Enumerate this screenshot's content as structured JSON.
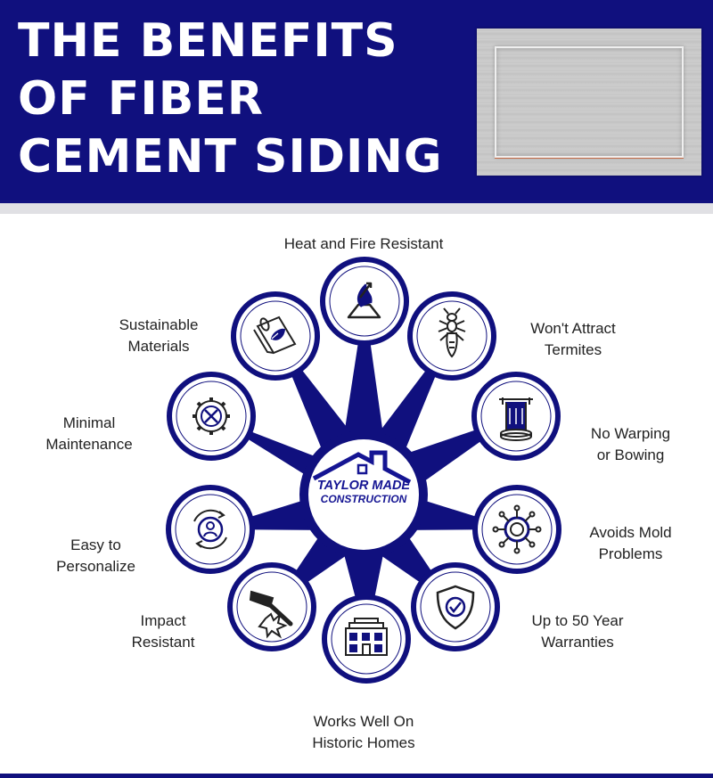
{
  "header": {
    "title_lines": [
      "THE BENEFITS",
      "OF FIBER",
      "CEMENT SIDING"
    ],
    "colors": {
      "primary": "#10107e",
      "accent_line": "#c76b45"
    }
  },
  "center_logo": {
    "line1": "TAYLOR MADE",
    "line2": "CONSTRUCTION",
    "icon": "house-roof-logo"
  },
  "benefits": [
    {
      "icon": "fire-icon",
      "lines": [
        "Heat and Fire Resistant"
      ]
    },
    {
      "icon": "termite-icon",
      "lines": [
        "Won't Attract",
        "Termites"
      ]
    },
    {
      "icon": "column-level-icon",
      "lines": [
        "No Warping",
        "or Bowing"
      ]
    },
    {
      "icon": "mold-spore-icon",
      "lines": [
        "Avoids Mold",
        "Problems"
      ]
    },
    {
      "icon": "shield-check-icon",
      "lines": [
        "Up to 50 Year",
        "Warranties"
      ]
    },
    {
      "icon": "historic-building-icon",
      "lines": [
        "Works Well On",
        "Historic Homes"
      ]
    },
    {
      "icon": "hammer-impact-icon",
      "lines": [
        "Impact",
        "Resistant"
      ]
    },
    {
      "icon": "personalize-cycle-icon",
      "lines": [
        "Easy to",
        "Personalize"
      ]
    },
    {
      "icon": "gear-tools-icon",
      "lines": [
        "Minimal",
        "Maintenance"
      ]
    },
    {
      "icon": "eco-material-roll-icon",
      "lines": [
        "Sustainable",
        "Materials"
      ]
    }
  ]
}
